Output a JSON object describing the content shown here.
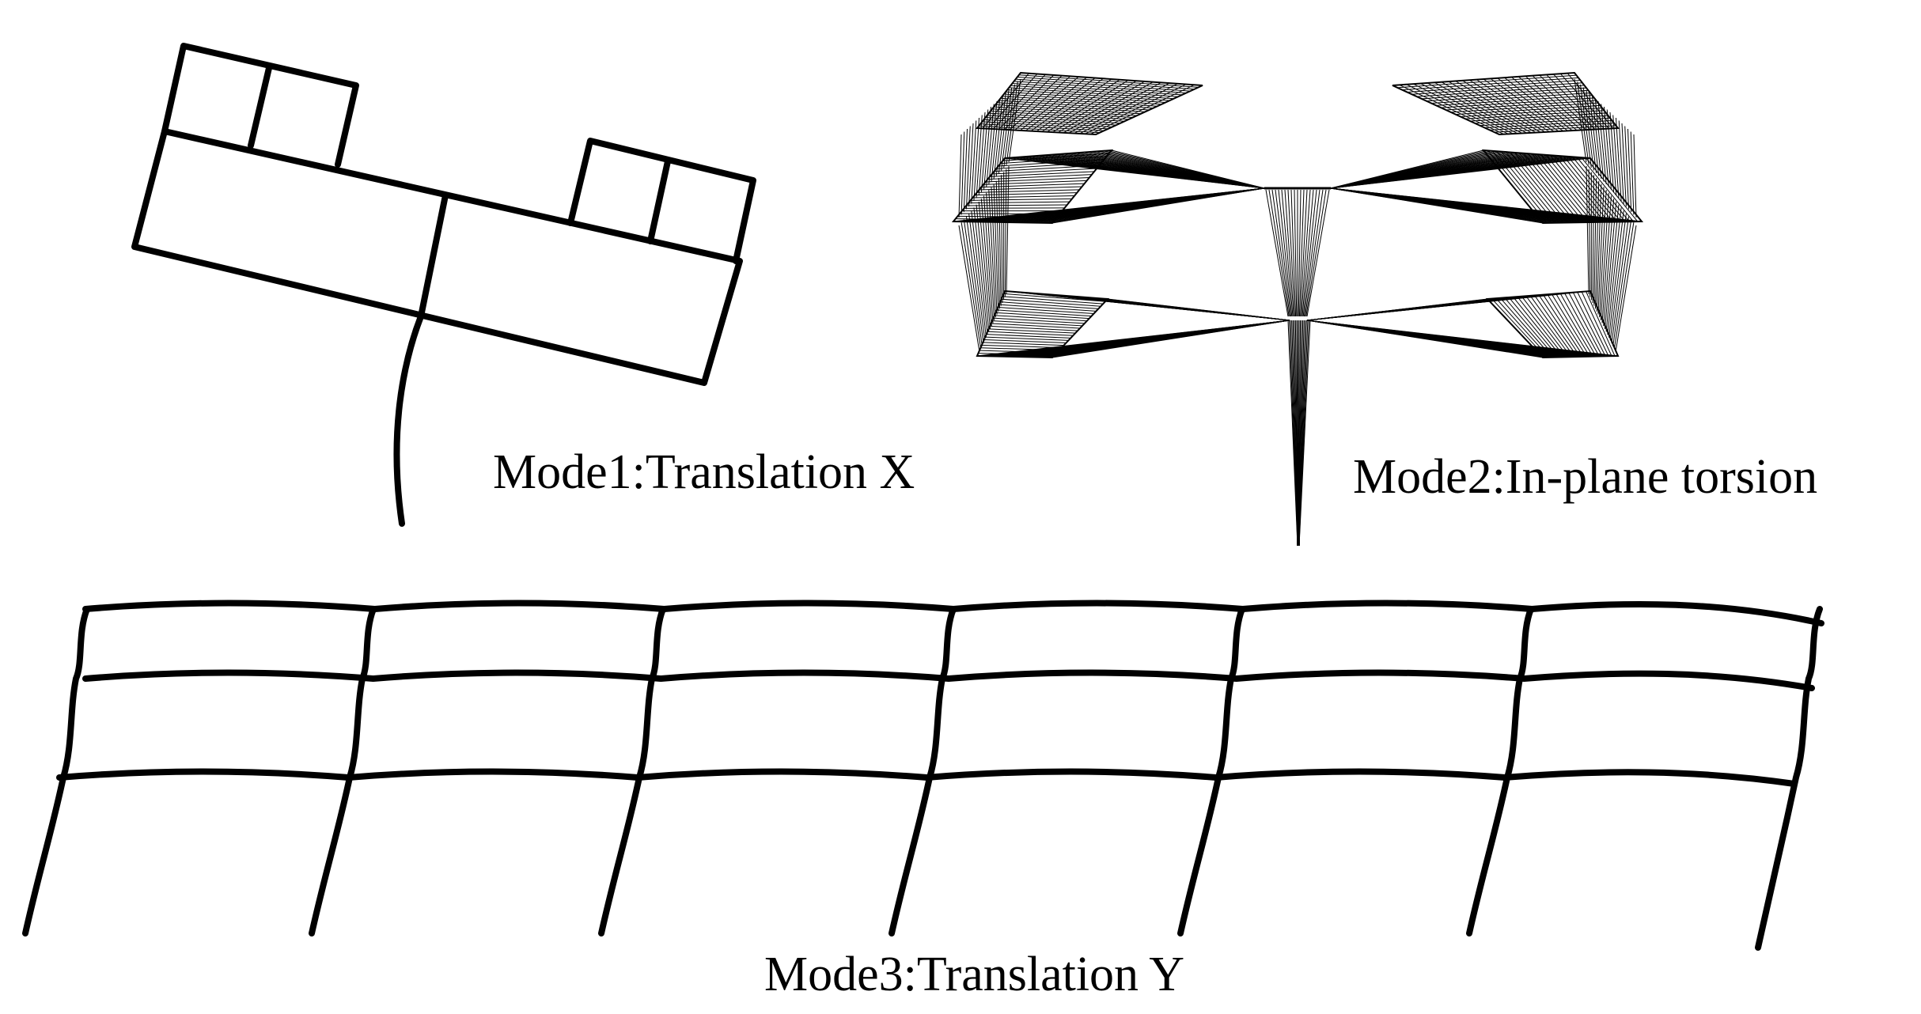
{
  "captions": {
    "mode1": "Mode1:Translation X",
    "mode2": "Mode2:In-plane torsion",
    "mode3": "Mode3:Translation Y"
  },
  "colors": {
    "background": "#ffffff",
    "line": "#000000"
  }
}
